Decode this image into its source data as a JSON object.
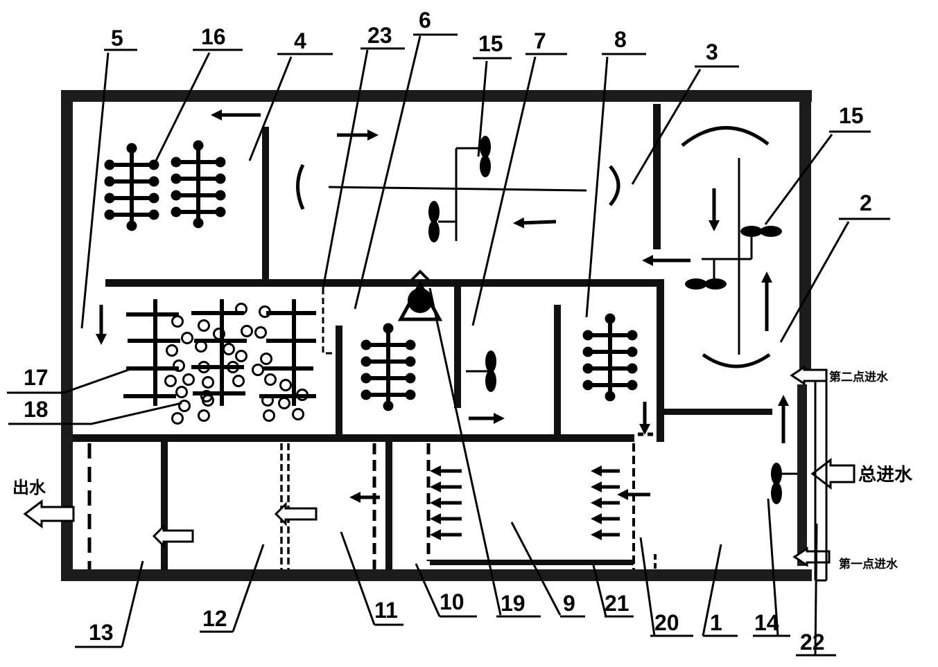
{
  "diagram": {
    "part_numbers": [
      "1",
      "2",
      "3",
      "4",
      "5",
      "6",
      "7",
      "8",
      "9",
      "10",
      "11",
      "12",
      "13",
      "14",
      "15",
      "16",
      "17",
      "18",
      "19",
      "20",
      "21",
      "22",
      "23"
    ],
    "labels": {
      "n1": "1",
      "n2": "2",
      "n3": "3",
      "n4": "4",
      "n5": "5",
      "n6": "6",
      "n7": "7",
      "n8": "8",
      "n9": "9",
      "n10": "10",
      "n11": "11",
      "n12": "12",
      "n13": "13",
      "n14": "14",
      "n15": "15",
      "n16": "16",
      "n17": "17",
      "n18": "18",
      "n19": "19",
      "n20": "20",
      "n21": "21",
      "n22": "22",
      "n23": "23"
    },
    "text": {
      "outlet": "出水",
      "total_inlet": "总进水",
      "second_inlet": "第二点进水",
      "first_inlet": "第一点进水"
    }
  },
  "colors": {
    "wall": "#1c1c1c",
    "ink": "#000000",
    "paper": "#ffffff"
  }
}
